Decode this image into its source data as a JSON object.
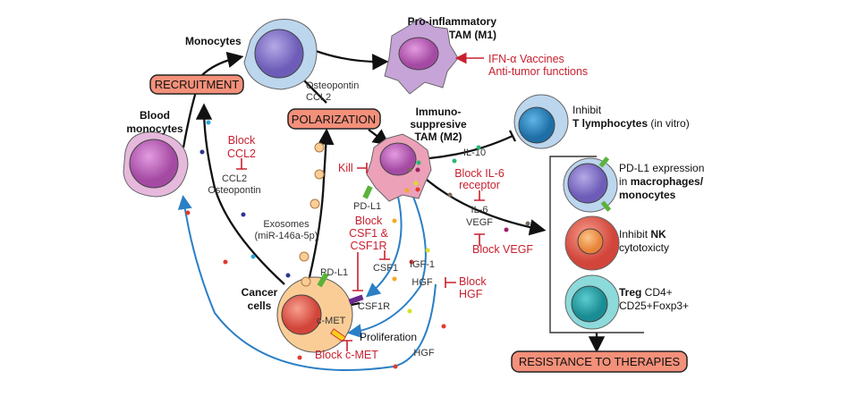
{
  "labels": {
    "monocytes": "Monocytes",
    "m1_line1": "Pro-inflammatory",
    "m1_line2": "TAM (M1)",
    "m1_inputs_1": "IFN-α Vaccines",
    "m1_inputs_2": "Anti-tumor functions",
    "recruitment": "RECRUITMENT",
    "polarization": "POLARIZATION",
    "osteopontin_top": "Osteopontin",
    "ccl2_top": "CCL2",
    "blood_1": "Blood",
    "blood_2": "monocytes",
    "block_ccl2_1": "Block",
    "block_ccl2_2": "CCL2",
    "ccl2": "CCL2",
    "osteopontin": "Osteopontin",
    "m2_1": "Immuno-",
    "m2_2": "suppresive",
    "m2_3": "TAM (M2)",
    "kill": "Kill",
    "il10": "IL-10",
    "inhibit_t_1": "Inhibit",
    "inhibit_t_2": "T lymphocytes",
    "inhibit_t_3": "(in vitro)",
    "pdl1_exp_1": "PD-L1 expression",
    "pdl1_exp_2a": "in ",
    "pdl1_exp_2b": "macrophages/",
    "pdl1_exp_3": "monocytes",
    "nk_1a": "Inhibit ",
    "nk_1b": "NK",
    "nk_2": "cytotoxicty",
    "treg_1a": "Treg",
    "treg_1b": " CD4+",
    "treg_2": "CD25+Foxp3+",
    "resistance": "RESISTANCE TO THERAPIES",
    "block_il6_1": "Block IL-6",
    "block_il6_2": "receptor",
    "il6": "IL-6",
    "vegf": "VEGF",
    "block_vegf": "Block VEGF",
    "pdl1_m2": "PD-L1",
    "block_csf_1": "Block",
    "block_csf_2": "CSF1 &",
    "block_csf_3": "CSF1R",
    "csf1": "CSF1",
    "exosomes_1": "Exosomes",
    "exosomes_2": "(miR-146a-5p)",
    "cancer_1": "Cancer",
    "cancer_2": "cells",
    "pdl1_cancer": "PD-L1",
    "csf1r": "CSF1R",
    "cmet": "c-MET",
    "proliferation": "Proliferation",
    "block_cmet": "Block c-MET",
    "igf1": "IGF-1",
    "hgf": "HGF",
    "block_hgf_1": "Block",
    "block_hgf_2": "HGF",
    "hgf_bottom": "HGF"
  },
  "colors": {
    "box": "#f4907a",
    "inhibit": "#c8202f",
    "paracrine_arrow": "#2a7fc6"
  }
}
